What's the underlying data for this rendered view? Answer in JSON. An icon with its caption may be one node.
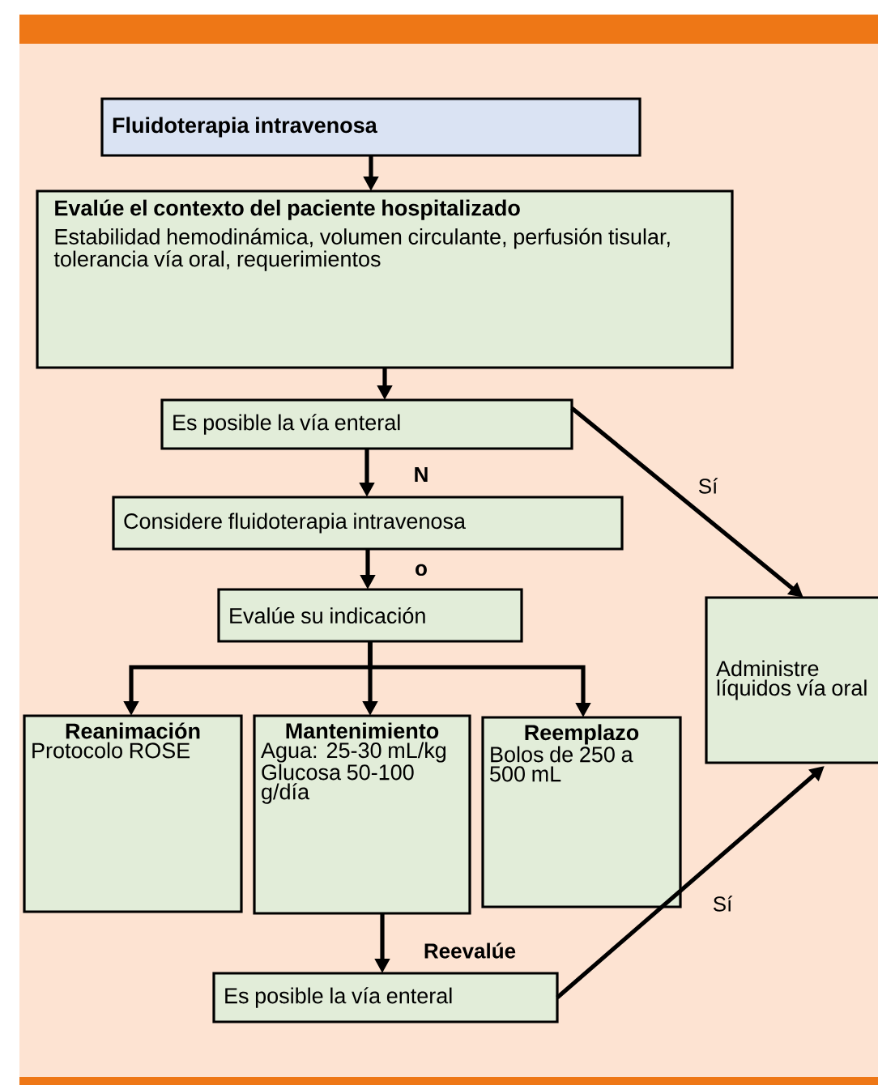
{
  "diagram": {
    "nodes": [
      {
        "text": [
          "Fluidoterapia intravenosa"
        ]
      },
      {
        "text": [
          "Evalúe el contexto del paciente hospitalizado",
          "Estabilidad hemodinámica, volumen circulante, perfusión tisular, tolerancia vía oral, requerimientos"
        ]
      },
      {
        "text": [
          "Es posible la vía enteral"
        ]
      },
      {
        "text": [
          "Considere fluidoterapia intravenosa"
        ]
      },
      {
        "text": [
          "Evalúe su indicación"
        ]
      },
      {
        "text": [
          "Reanimación",
          "Protocolo ROSE"
        ]
      },
      {
        "text": [
          "Mantenimiento",
          "Agua: 25-30 mL/kg Glucosa 50-100 g/día"
        ]
      },
      {
        "text": [
          "Reemplazo",
          "Bolos de 250 a 500 mL"
        ]
      },
      {
        "text": [
          "Administre líquidos vía oral"
        ]
      },
      {
        "text": [
          "Es posible la vía enteral"
        ]
      }
    ],
    "edges": [
      {
        "from": 0,
        "to": 1,
        "arrow": "to"
      },
      {
        "from": 1,
        "to": 2,
        "arrow": "to"
      },
      {
        "from": 2,
        "to": 3,
        "arrow": "to",
        "label": "N"
      },
      {
        "from": 3,
        "to": 4,
        "arrow": "to",
        "label": "o"
      },
      {
        "from": 4,
        "to": 5,
        "arrow": "to"
      },
      {
        "from": 4,
        "to": 6,
        "arrow": "to"
      },
      {
        "from": 4,
        "to": 7,
        "arrow": "to"
      },
      {
        "from": 6,
        "to": 9,
        "arrow": "to",
        "label": "Reevalúe"
      },
      {
        "from": 2,
        "to": 8,
        "arrow": "to",
        "label": "Sí"
      },
      {
        "from": 9,
        "to": 8,
        "arrow": "to",
        "label": "Sí"
      }
    ]
  }
}
